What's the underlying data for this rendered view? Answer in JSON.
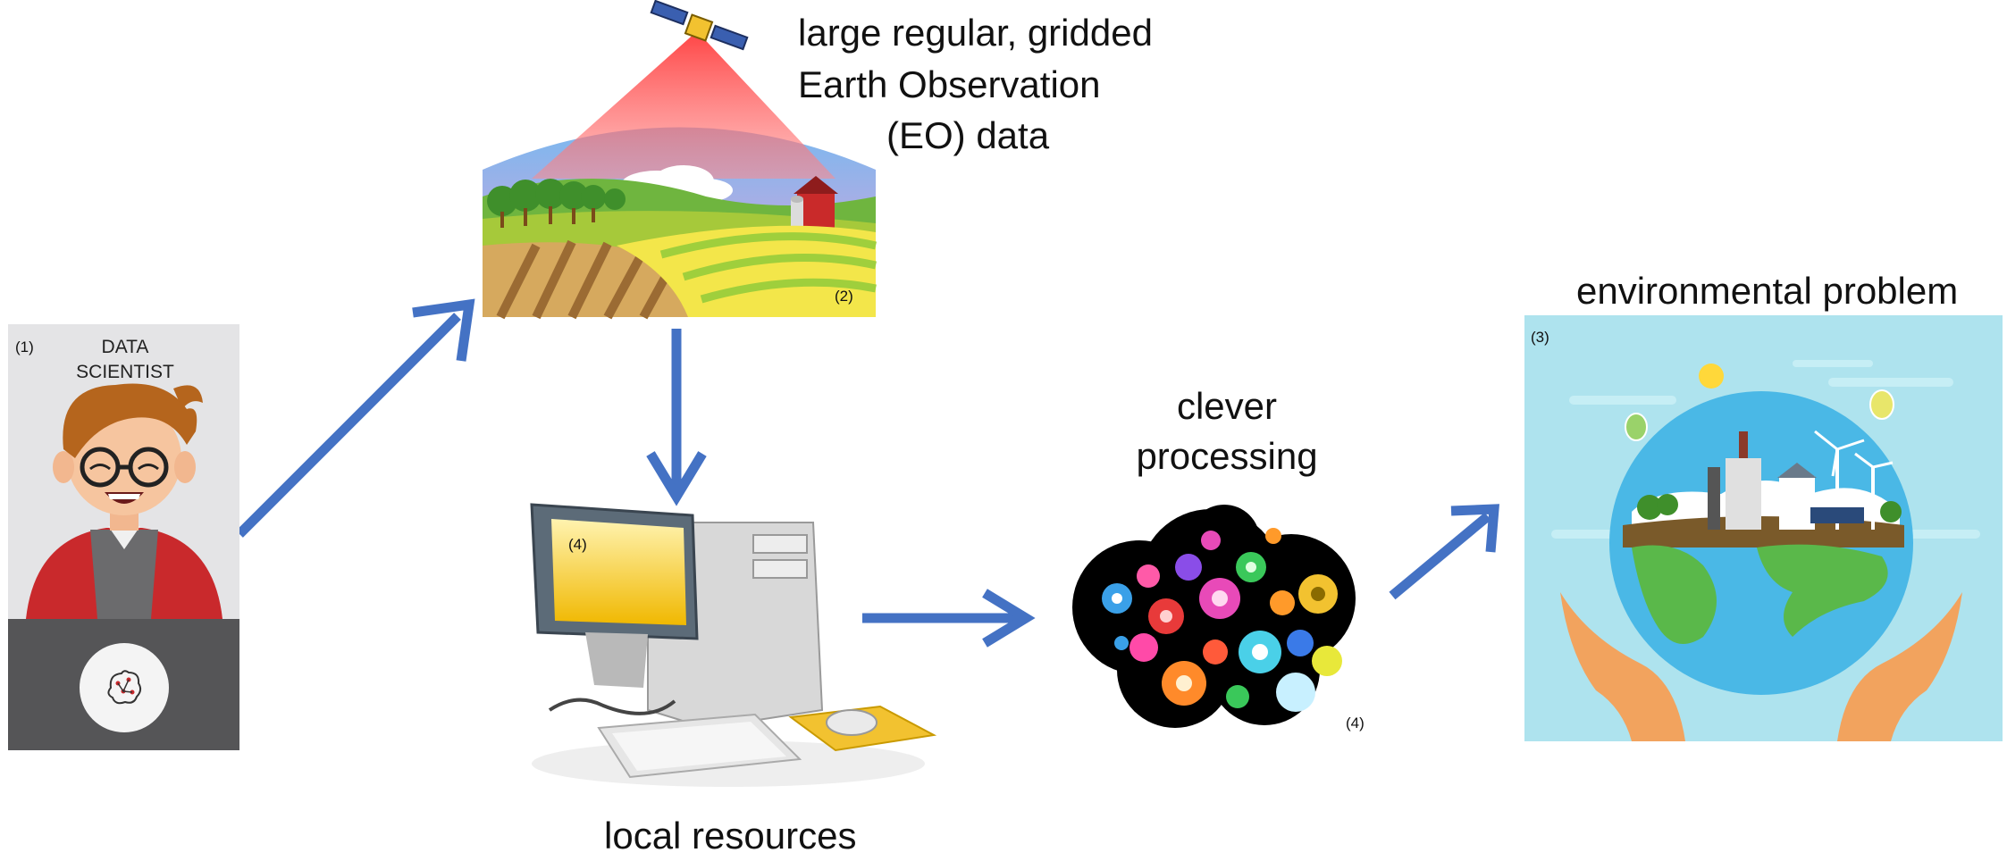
{
  "scientist": {
    "marker": "(1)",
    "title_line1": "DATA",
    "title_line2": "SCIENTIST"
  },
  "eo": {
    "line1": "large regular, gridded",
    "line2": "Earth Observation",
    "line3": "(EO) data",
    "marker": "(2)"
  },
  "problem": {
    "title": "environmental problem",
    "marker": "(3)"
  },
  "computer": {
    "caption": "local resources",
    "marker": "(4)"
  },
  "processing": {
    "line1": "clever",
    "line2": "processing",
    "marker": "(4)"
  },
  "colors": {
    "arrow": "#4472C4"
  }
}
